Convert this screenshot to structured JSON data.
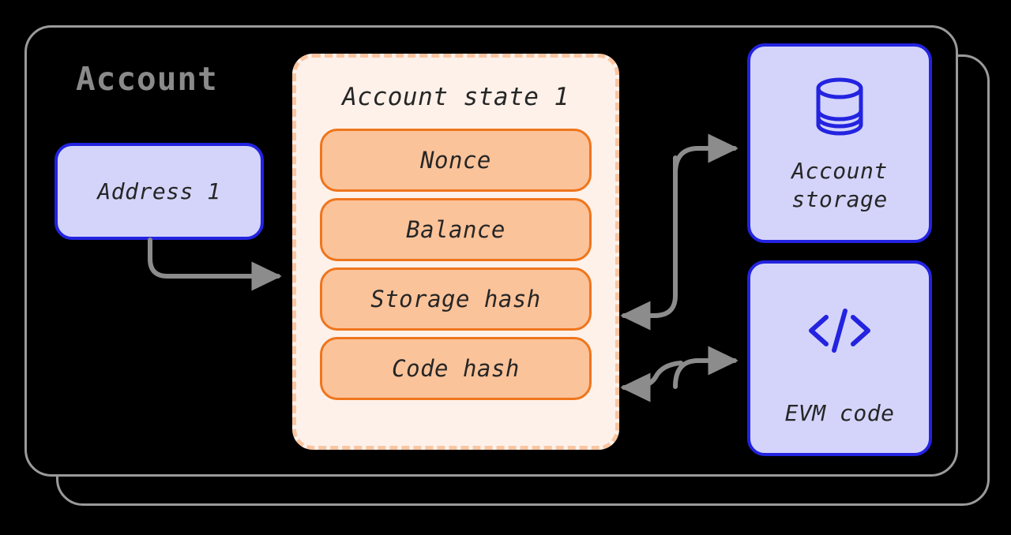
{
  "diagram": {
    "title": "Account",
    "account_state": {
      "title": "Account state 1",
      "fields": [
        {
          "label": "Nonce"
        },
        {
          "label": "Balance"
        },
        {
          "label": "Storage hash"
        },
        {
          "label": "Code hash"
        }
      ]
    },
    "address": {
      "label": "Address 1"
    },
    "account_storage": {
      "label_line1": "Account",
      "label_line2": "storage",
      "icon": "database-icon"
    },
    "evm_code": {
      "label": "EVM code",
      "icon": "code-brackets-icon"
    },
    "colors": {
      "background": "#000000",
      "card_border": "#9a9a9a",
      "title_text": "#8a8a8a",
      "lavender_fill": "#d4d4fb",
      "blue_border": "#2323e0",
      "state_fill": "#fdf1ea",
      "state_dash_border": "#fac5a1",
      "field_fill": "#fbc39a",
      "field_border": "#ef751c",
      "arrow": "#8c8c8c",
      "body_text": "#262626"
    },
    "connectors": [
      {
        "name": "address-to-account-state",
        "from": "Address 1",
        "to": "Account state 1",
        "direction": "one-way"
      },
      {
        "name": "storage-hash-to-account-storage",
        "from": "Storage hash",
        "to": "Account storage",
        "direction": "two-way"
      },
      {
        "name": "code-hash-to-evm-code",
        "from": "Code hash",
        "to": "EVM code",
        "direction": "two-way"
      }
    ]
  }
}
